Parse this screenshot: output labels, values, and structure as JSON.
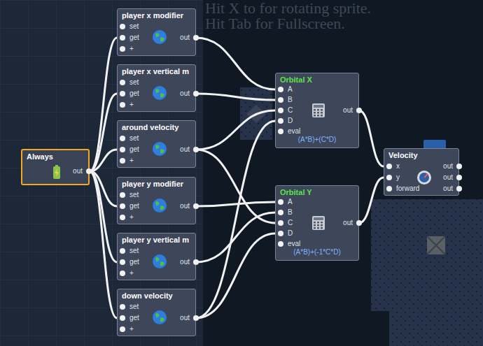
{
  "diagram": {
    "nodes": [
      {
        "text": [
          "Always",
          "out"
        ]
      },
      {
        "text": [
          "player x modifier",
          "set",
          "get",
          "+",
          "out"
        ]
      },
      {
        "text": [
          "player x vertical m",
          "set",
          "get",
          "+",
          "out"
        ]
      },
      {
        "text": [
          "around velocity",
          "set",
          "get",
          "+",
          "out"
        ]
      },
      {
        "text": [
          "player y modifier",
          "set",
          "get",
          "+",
          "out"
        ]
      },
      {
        "text": [
          "player y vertical m",
          "set",
          "get",
          "+",
          "out"
        ]
      },
      {
        "text": [
          "down velocity",
          "set",
          "get",
          "+",
          "out"
        ]
      },
      {
        "text": [
          "Orbital X",
          "A",
          "B",
          "C",
          "D",
          "eval",
          "out",
          "(A*B)+(C*D)"
        ]
      },
      {
        "text": [
          "Orbital Y",
          "A",
          "B",
          "C",
          "D",
          "eval",
          "out",
          "(A*B)+(-1*C*D)"
        ]
      },
      {
        "text": [
          "Velocity",
          "x",
          "y",
          "forward",
          "out",
          "out",
          "out"
        ]
      }
    ],
    "edges": [
      {
        "from": 0,
        "to": 1,
        "arrow": "none"
      },
      {
        "from": 0,
        "to": 2,
        "arrow": "none"
      },
      {
        "from": 0,
        "to": 3,
        "arrow": "none"
      },
      {
        "from": 0,
        "to": 4,
        "arrow": "none"
      },
      {
        "from": 0,
        "to": 5,
        "arrow": "none"
      },
      {
        "from": 0,
        "to": 6,
        "arrow": "none"
      },
      {
        "from": 1,
        "to": 7,
        "arrow": "none"
      },
      {
        "from": 2,
        "to": 7,
        "arrow": "none"
      },
      {
        "from": 3,
        "to": 7,
        "arrow": "none"
      },
      {
        "from": 6,
        "to": 7,
        "arrow": "none"
      },
      {
        "from": 4,
        "to": 8,
        "arrow": "none"
      },
      {
        "from": 5,
        "to": 8,
        "arrow": "none"
      },
      {
        "from": 3,
        "to": 8,
        "arrow": "none"
      },
      {
        "from": 6,
        "to": 8,
        "arrow": "none"
      },
      {
        "from": 7,
        "to": 9,
        "arrow": "none"
      },
      {
        "from": 8,
        "to": 9,
        "arrow": "none"
      }
    ],
    "labels": [
      "Hit X to for rotating sprite.",
      "Hit Tab for Fullscreen."
    ]
  }
}
